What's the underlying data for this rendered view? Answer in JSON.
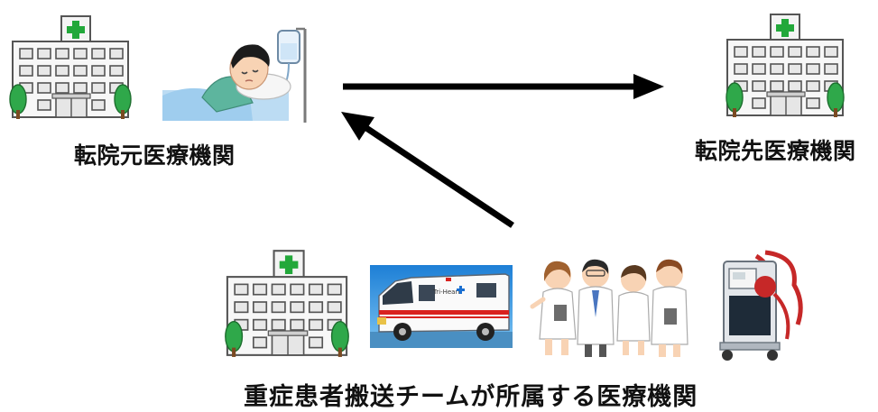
{
  "labels": {
    "source_hospital": "転院元医療機関",
    "destination_hospital": "転院先医療機関",
    "transport_team": "重症患者搬送チームが所属する医療機関"
  },
  "ambulance": {
    "side_text": "Tri-Heart"
  },
  "colors": {
    "hospital_green_cross": "#22a83a",
    "tree_green": "#2fa84a",
    "arrow": "#000000",
    "ambulance_blue": "#3aa0e6",
    "ambulance_red": "#d9221f"
  },
  "icons": [
    "hospital-icon",
    "patient-in-bed-icon",
    "ambulance-icon",
    "medical-staff-icon",
    "ecmo-machine-icon"
  ]
}
